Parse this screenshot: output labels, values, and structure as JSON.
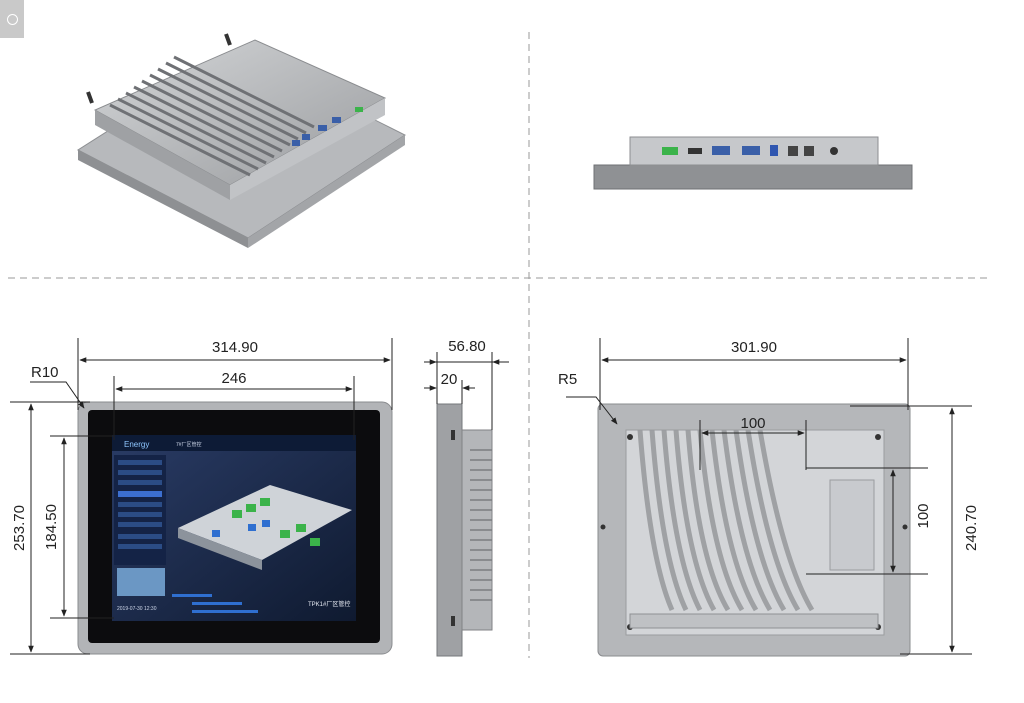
{
  "dimensions": {
    "front_outer_width": "314.90",
    "front_inner_width": "246",
    "front_outer_height": "253.70",
    "front_inner_height": "184.50",
    "front_corner_radius": "R10",
    "side_depth": "56.80",
    "side_offset": "20",
    "rear_width": "301.90",
    "rear_corner_radius": "R5",
    "rear_vesa_horizontal": "100",
    "rear_vesa_vertical": "100",
    "rear_height": "240.70"
  },
  "screen": {
    "brand": "Energy",
    "date_time": "2019-07-30  12:30",
    "bottom_caption": "TPK1#厂区管控",
    "header_caption": "7#厂区管控"
  },
  "colors": {
    "casing": "#a9abae",
    "bezel": "#0c0c0e",
    "screen_bg": "#1a2a4a",
    "dimension_line": "#222222"
  }
}
